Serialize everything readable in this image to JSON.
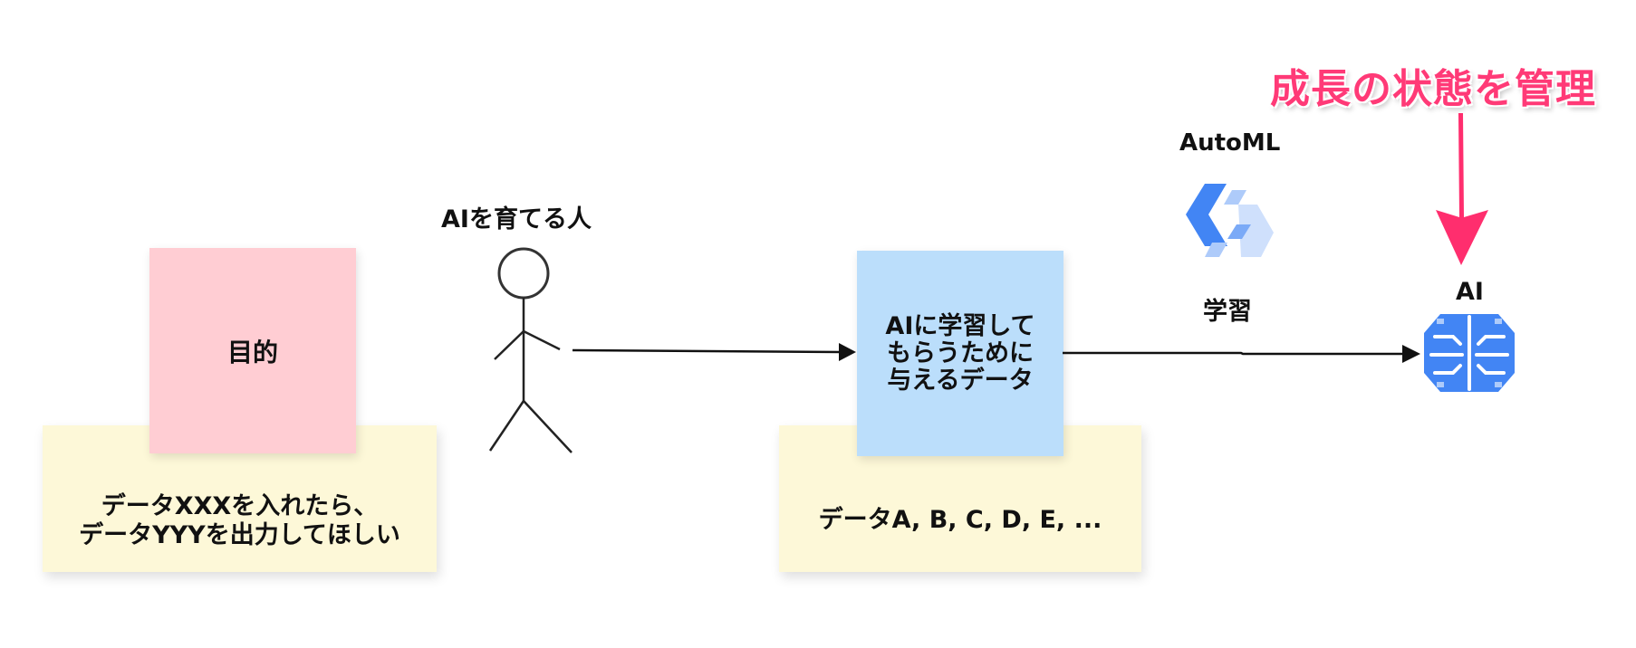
{
  "purpose": {
    "title": "目的",
    "description": "データXXXを入れたら、\nデータYYYを出力してほしい"
  },
  "trainer": {
    "label": "AIを育てる人"
  },
  "training_data": {
    "title": "AIに学習して\nもらうために\n与えるデータ",
    "examples": "データA, B, C, D, E, ..."
  },
  "automl": {
    "label": "AutoML",
    "icon": "automl-icon",
    "step_label": "学習"
  },
  "ai": {
    "label": "AI",
    "icon": "brain-icon"
  },
  "callout": {
    "text": "成長の状態を管理",
    "color": "#ff3a77"
  },
  "colors": {
    "yellow_note": "#fdf8d8",
    "pink_note": "#ffcdd3",
    "blue_note": "#bbdefb",
    "google_blue": "#4285f4",
    "google_light_blue": "#aecbfa"
  }
}
